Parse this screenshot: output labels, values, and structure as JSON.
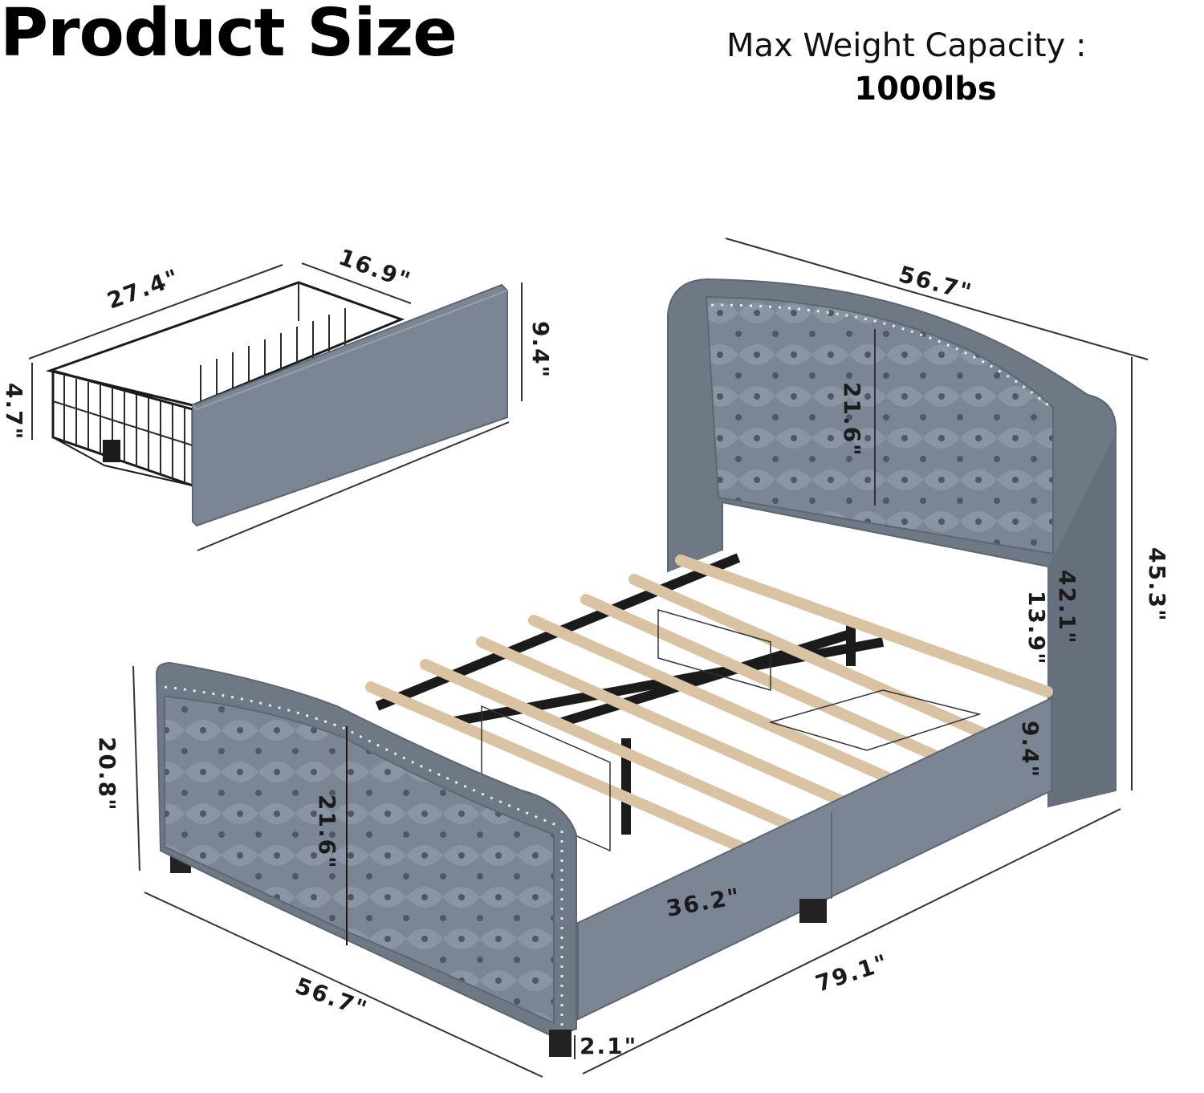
{
  "header": {
    "title": "Product Size",
    "capacity_label": "Max Weight Capacity :",
    "capacity_value": "1000lbs"
  },
  "drawer": {
    "length": "27.4\"",
    "depth": "16.9\"",
    "front_height": "9.4\"",
    "basket_height": "4.7\""
  },
  "bed": {
    "headboard_width": "56.7\"",
    "headboard_panel_height": "21.6\"",
    "total_height": "45.3\"",
    "headboard_above_rail": "42.1\"",
    "rail_to_slat": "13.9\"",
    "side_rail_height": "9.4\"",
    "footboard_height": "20.8\"",
    "footboard_panel_height": "21.6\"",
    "drawer_opening": "36.2\"",
    "length": "79.1\"",
    "footboard_width": "56.7\"",
    "clearance": "2.1\""
  },
  "colors": {
    "upholstery": "#7b8594",
    "upholstery_dark": "#5d6673",
    "slat": "#d9c3a2",
    "metal": "#1b1b1b",
    "text": "#111111"
  }
}
